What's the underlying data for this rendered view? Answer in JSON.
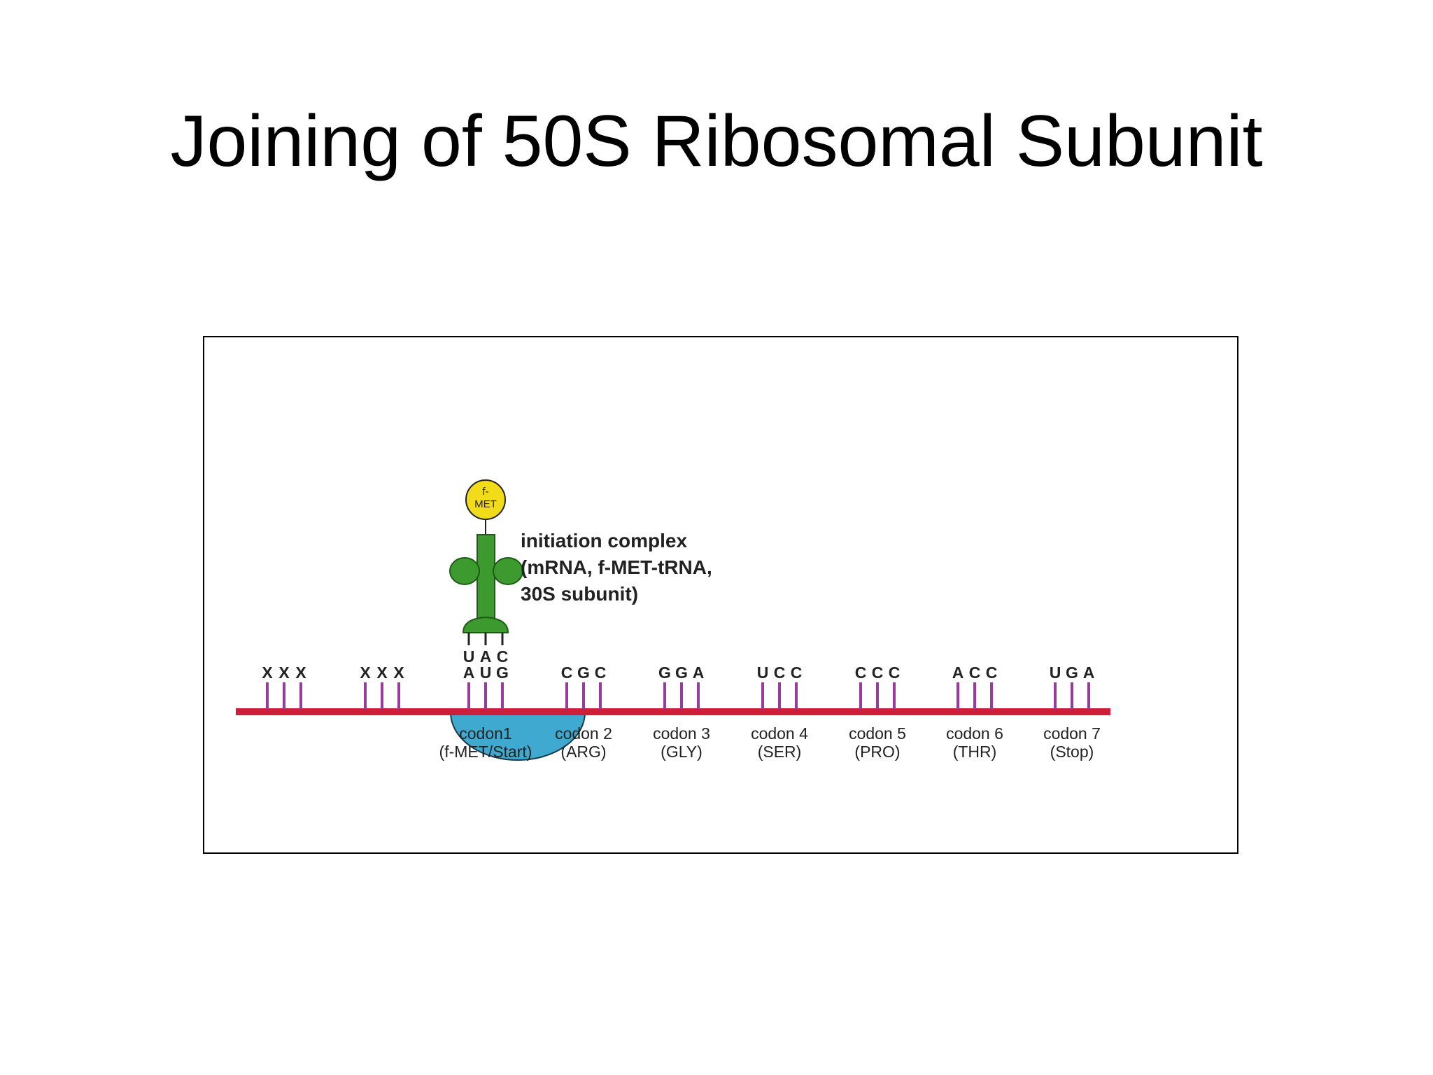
{
  "slide": {
    "title": "Joining of 50S Ribosomal Subunit"
  },
  "diagram": {
    "colors": {
      "mrna": "#cc1f3a",
      "tick": "#9b3a9e",
      "trna": "#3d9a2e",
      "met_ball": "#f2dc19",
      "ribosome": "#3fa9cf"
    },
    "met_label": {
      "line1": "f-",
      "line2": "MET"
    },
    "anticodon": [
      "U",
      "A",
      "C"
    ],
    "complex_label": {
      "line1": "initiation complex",
      "line2": "(mRNA, f-MET-tRNA,",
      "line3": "30S subunit)"
    },
    "leader_triplets": [
      [
        "X",
        "X",
        "X"
      ],
      [
        "X",
        "X",
        "X"
      ]
    ],
    "codons": [
      {
        "bases": [
          "A",
          "U",
          "G"
        ],
        "name": "codon1",
        "aa": "(f-MET/Start)"
      },
      {
        "bases": [
          "C",
          "G",
          "C"
        ],
        "name": "codon 2",
        "aa": "(ARG)"
      },
      {
        "bases": [
          "G",
          "G",
          "A"
        ],
        "name": "codon 3",
        "aa": "(GLY)"
      },
      {
        "bases": [
          "U",
          "C",
          "C"
        ],
        "name": "codon 4",
        "aa": "(SER)"
      },
      {
        "bases": [
          "C",
          "C",
          "C"
        ],
        "name": "codon 5",
        "aa": "(PRO)"
      },
      {
        "bases": [
          "A",
          "C",
          "C"
        ],
        "name": "codon 6",
        "aa": "(THR)"
      },
      {
        "bases": [
          "U",
          "G",
          "A"
        ],
        "name": "codon 7",
        "aa": "(Stop)"
      }
    ]
  }
}
